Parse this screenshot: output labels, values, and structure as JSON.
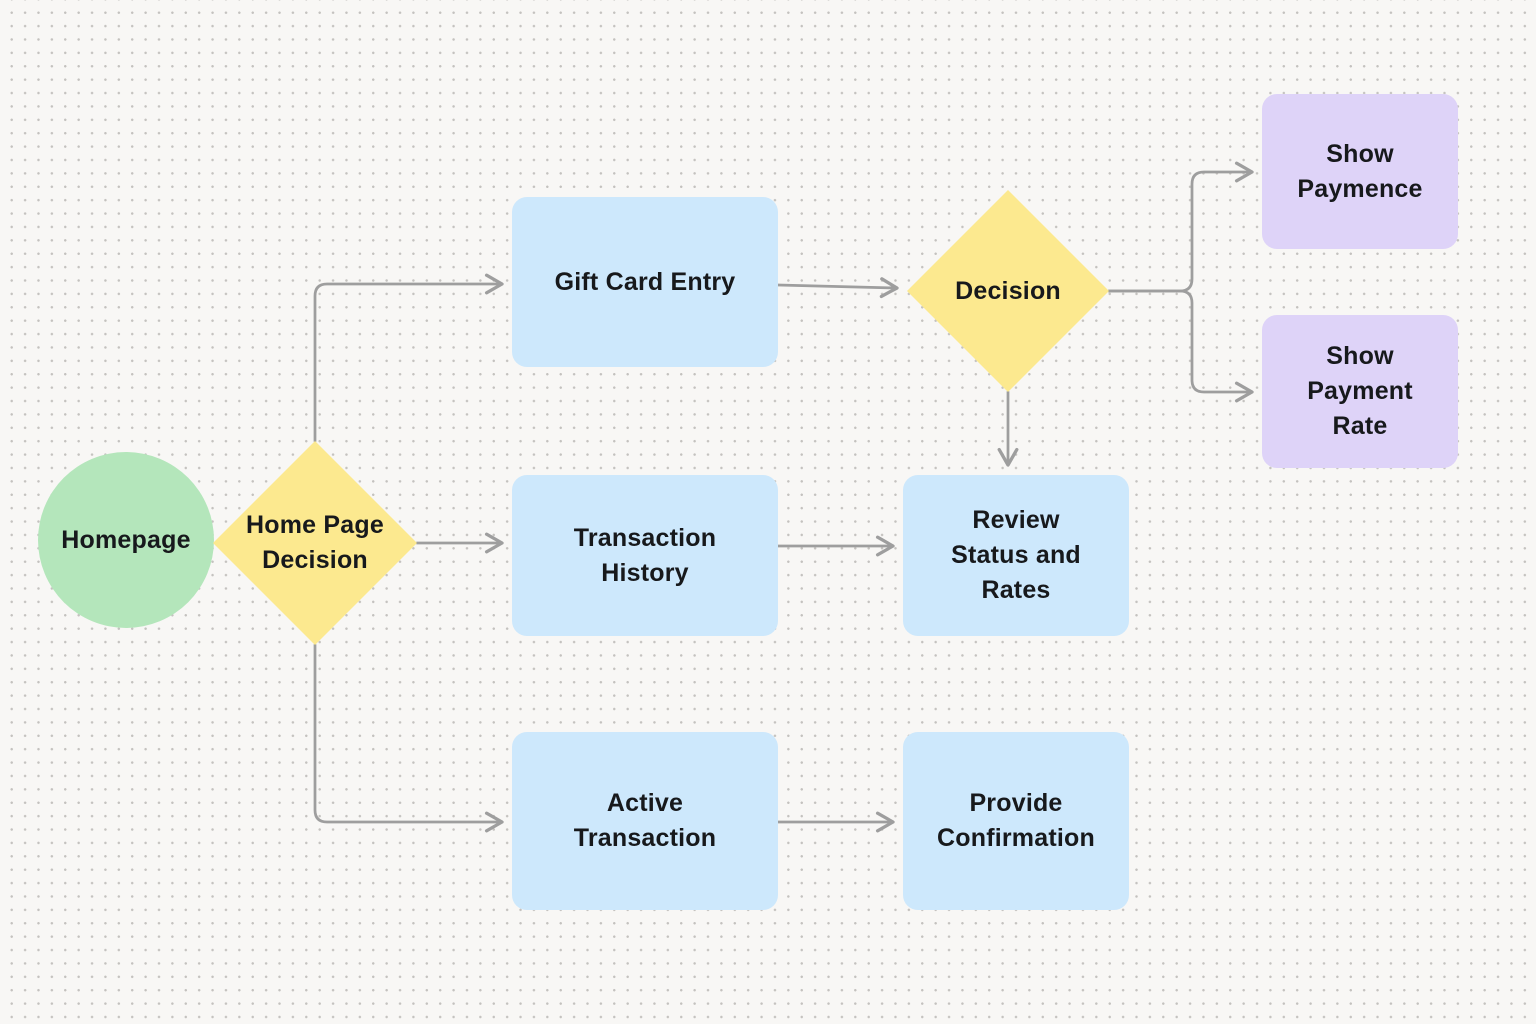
{
  "diagram": {
    "type": "flowchart",
    "background_color": "#f8f7f5",
    "dot_grid_color": "#c4c2bf",
    "connector_color": "#9e9e9e",
    "text_color": "#17191c",
    "shape_colors": {
      "start_circle_green": "#b4e6bb",
      "decision_diamond_yellow": "#fce98f",
      "process_rect_blue": "#cde8fc",
      "output_rect_purple": "#ded3f8"
    },
    "nodes": [
      {
        "id": "homepage",
        "shape": "circle",
        "color": "#b4e6bb",
        "label": "Homepage",
        "lines": [
          "Homepage"
        ]
      },
      {
        "id": "home-page-decision",
        "shape": "diamond",
        "color": "#fce98f",
        "label": "Home Page Decision",
        "lines": [
          "Home Page",
          "Decision"
        ]
      },
      {
        "id": "gift-card-entry",
        "shape": "rect",
        "color": "#cde8fc",
        "label": "Gift Card Entry",
        "lines": [
          "Gift Card Entry"
        ]
      },
      {
        "id": "decision",
        "shape": "diamond",
        "color": "#fce98f",
        "label": "Decision",
        "lines": [
          "Decision"
        ]
      },
      {
        "id": "show-paymence",
        "shape": "rect",
        "color": "#ded3f8",
        "label": "Show Paymence",
        "lines": [
          "Show",
          "Paymence"
        ]
      },
      {
        "id": "show-payment-rate",
        "shape": "rect",
        "color": "#ded3f8",
        "label": "Show Payment Rate",
        "lines": [
          "Show",
          "Payment",
          "Rate"
        ]
      },
      {
        "id": "transaction-history",
        "shape": "rect",
        "color": "#cde8fc",
        "label": "Transaction History",
        "lines": [
          "Transaction",
          "History"
        ]
      },
      {
        "id": "review-status-and-rates",
        "shape": "rect",
        "color": "#cde8fc",
        "label": "Review Status and Rates",
        "lines": [
          "Review",
          "Status and",
          "Rates"
        ]
      },
      {
        "id": "active-transaction",
        "shape": "rect",
        "color": "#cde8fc",
        "label": "Active Transaction",
        "lines": [
          "Active",
          "Transaction"
        ]
      },
      {
        "id": "provide-confirmation",
        "shape": "rect",
        "color": "#cde8fc",
        "label": "Provide Confirmation",
        "lines": [
          "Provide",
          "Confirmation"
        ]
      }
    ],
    "connectors": [
      {
        "from": "home-page-decision",
        "to": "gift-card-entry",
        "style": "elbow-up-right"
      },
      {
        "from": "home-page-decision",
        "to": "transaction-history",
        "style": "straight"
      },
      {
        "from": "home-page-decision",
        "to": "active-transaction",
        "style": "elbow-down-right"
      },
      {
        "from": "gift-card-entry",
        "to": "decision",
        "style": "straight"
      },
      {
        "from": "decision",
        "to": "show-paymence",
        "style": "elbow-right-up"
      },
      {
        "from": "decision",
        "to": "show-payment-rate",
        "style": "elbow-right-down"
      },
      {
        "from": "decision",
        "to": "review-status-and-rates",
        "style": "straight-down"
      },
      {
        "from": "transaction-history",
        "to": "review-status-and-rates",
        "style": "straight"
      },
      {
        "from": "active-transaction",
        "to": "provide-confirmation",
        "style": "straight"
      }
    ]
  }
}
